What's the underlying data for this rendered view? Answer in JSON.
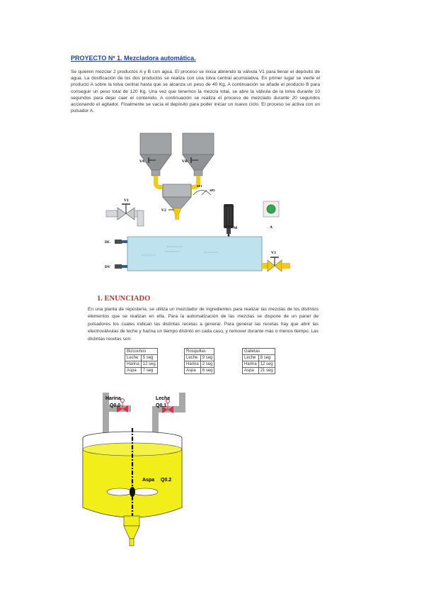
{
  "project": {
    "title": "PROYECTO Nº 1. Mezcladora automática.",
    "paragraph": "Se quieren mezclar 2 productos A y B con agua. El proceso se inicia abriendo la válvula V1 para llenar el depósito de agua. La dosificación de los dos productos se realiza con una tolva central acumulativa. En primer lugar se vierte el producto A sobre la tolva central hasta que se alcanza un peso de 40 Kg. A continuación se añade el producto B para conseguir un peso total de 120 Kg. Una vez que tenemos la mezcla total, se abre la válvula de la tolva durante 10 segundos para dejar caer el contenido. A continuación se realiza el proceso de mezclado durante 20 segundos accionando el agitador. Finalmente se vacía el depósito para poder iniciar un nuevo ciclo. El proceso se activa con un pulsador A."
  },
  "diagram1": {
    "labels": {
      "va": "VA",
      "vb": "VB",
      "v1": "V1",
      "v2": "V2",
      "v3": "V3",
      "sp1": "SP1",
      "sp2": "SP2",
      "m": "M",
      "a": "A",
      "dl": "DL",
      "dv": "DV"
    },
    "colors": {
      "water": "#bfe3ee",
      "valve_yellow": "#f2c81d",
      "hopper": "#9fa3a6",
      "button": "#2fa84f"
    }
  },
  "enunciado": {
    "heading": "1.  ENUNCIADO",
    "paragraph": "En una planta de repostería, se utiliza un mezclador de ingredientes para realizar las mezclas de los distintos elementos que se realizan en ella. Para la automatización de las mezclas se dispone de un panel de pulsadores los cuales indican las distintas recetas a generar. Para generar las recetas hay que abrir las electroválvulas de leche y harina un tiempo distinto en cada caso, y remover durante más o menos tiempo. Las distintas recetas son:"
  },
  "recipes": [
    {
      "name": "Bizcochos",
      "rows": [
        [
          "Leche",
          "5 seg"
        ],
        [
          "Harina",
          "12 seg"
        ],
        [
          "Aspa",
          "7 seg"
        ]
      ]
    },
    {
      "name": "Rosquillas",
      "rows": [
        [
          "Leche",
          "9 seg"
        ],
        [
          "Harina",
          "2 seg"
        ],
        [
          "Aspa",
          "6 seg"
        ]
      ]
    },
    {
      "name": "Galletas",
      "rows": [
        [
          "Leche",
          "8 seg"
        ],
        [
          "Harina",
          "12 seg"
        ],
        [
          "Aspa",
          "21 seg"
        ]
      ]
    }
  ],
  "diagram2": {
    "harina": "Harina",
    "leche": "Leche",
    "q00": "Q0.0",
    "q01": "Q0.1",
    "aspa": "Aspa",
    "q02": "Q0.2",
    "colors": {
      "liquid": "#f2ee1a",
      "pipe": "#a8a8a8",
      "valve": "#d9304a"
    }
  }
}
